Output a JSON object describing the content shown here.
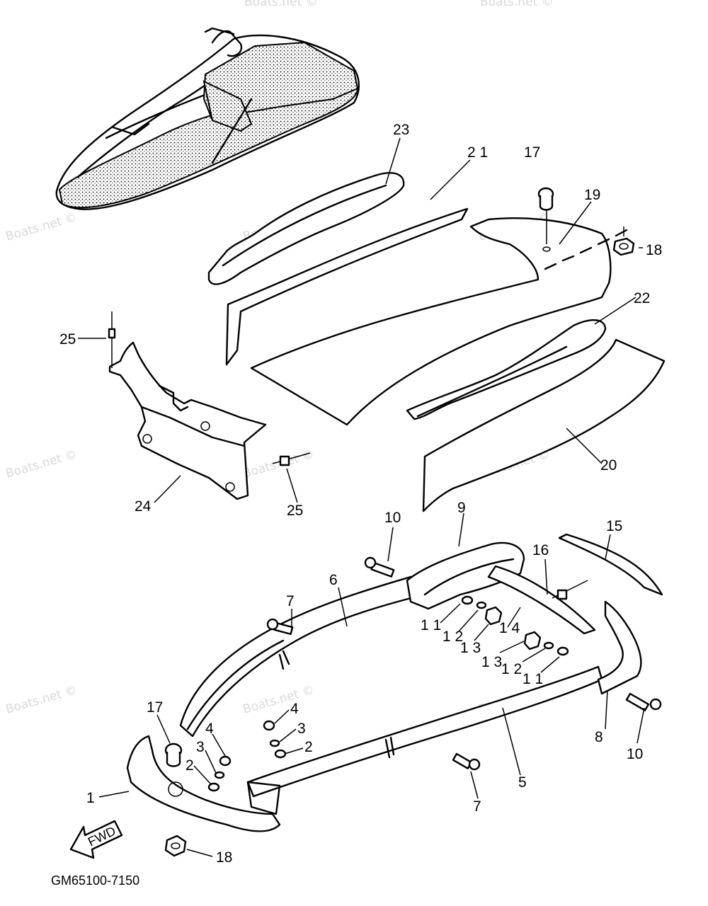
{
  "diagram": {
    "code": "GM65100-7150",
    "fwd_label": "FWD",
    "watermarks": [
      "Boats.net ©",
      "Boats.net ©",
      "Boats.net ©",
      "Boats.net ©",
      "Boats.net ©",
      "Boats.net ©",
      "Boats.net ©",
      "Boats.net ©",
      "Boats.net ©",
      "Boats.net ©",
      "Boats.net ©"
    ],
    "callouts": [
      "23",
      "2 1",
      "17",
      "19",
      "18",
      "22",
      "25",
      "25",
      "24",
      "20",
      "10",
      "9",
      "15",
      "16",
      "6",
      "7",
      "1 1",
      "1 2",
      "1 3",
      "1 4",
      "1 3",
      "1 2",
      "1 1",
      "17",
      "4",
      "4",
      "3",
      "3",
      "2",
      "2",
      "1",
      "8",
      "10",
      "5",
      "7",
      "18"
    ]
  }
}
